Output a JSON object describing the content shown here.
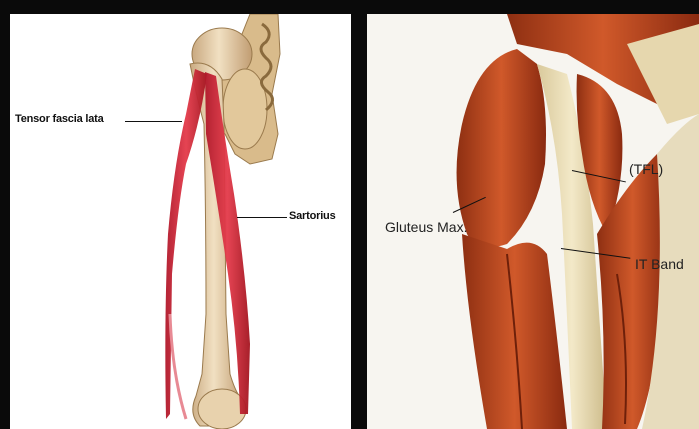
{
  "panels": [
    {
      "id": "left",
      "labels": {
        "tfl": "Tensor fascia lata",
        "sartorius": "Sartorius"
      }
    },
    {
      "id": "right",
      "labels": {
        "tfl": "(TFL)",
        "gluteus": "Gluteus Max.",
        "itband": "IT Band"
      }
    }
  ],
  "colors": {
    "background": "#0a0a0a",
    "bone": "#e8d2ad",
    "muscle_red": "#d8283a",
    "muscle_brown": "#b5461c",
    "tendon": "#e9ddb8"
  }
}
